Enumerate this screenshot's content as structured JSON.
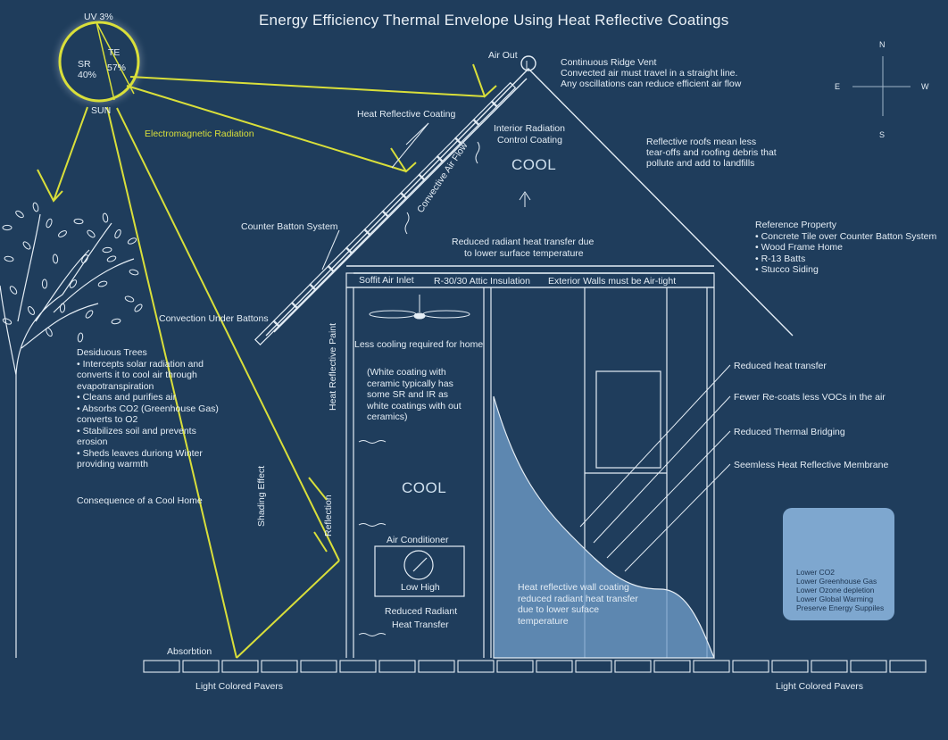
{
  "title": "Energy Efficiency Thermal Envelope Using Heat Reflective Coatings",
  "sun": {
    "uv": "UV 3%",
    "te": "TE",
    "te_value": "57%",
    "sr": "SR",
    "sr_value": "40%",
    "name": "SUN"
  },
  "compass": {
    "n": "N",
    "s": "S",
    "e": "E",
    "w": "W"
  },
  "labels": {
    "em_radiation": "Electromagnetic Radiation",
    "air_out": "Air Out",
    "ridge_vent_title": "Continuous Ridge Vent",
    "ridge_vent_line1": "Convected air must travel in a straight line.",
    "ridge_vent_line2": "Any oscillations can reduce efficient air flow",
    "heat_reflective_coating": "Heat Reflective Coating",
    "interior_radiation_1": "Interior Radiation",
    "interior_radiation_2": "Control Coating",
    "cool_attic": "COOL",
    "convective_air_flow": "Convective Air Flow",
    "reflective_roofs_1": "Reflective roofs mean less",
    "reflective_roofs_2": "tear-offs and roofing debris that",
    "reflective_roofs_3": "pollute and add to landfills",
    "counter_batton": "Counter Batton System",
    "reduced_radiant_1": "Reduced radiant heat transfer due",
    "reduced_radiant_2": "to lower surface temperature",
    "soffit": "Soffit Air Inlet",
    "attic_insulation": "R-30/30 Attic Insulation",
    "exterior_walls": "Exterior Walls must be Air-tight",
    "convection_battons": "Convection Under Battons",
    "heat_reflective_paint": "Heat Reflective Paint",
    "less_cooling": "Less cooling required for home",
    "white_coating": "(White coating with ceramic typically has some SR and IR as white coatings with out ceramics)",
    "cool_room": "COOL",
    "shading": "Shading Effect",
    "reflection": "Reflection",
    "air_conditioner": "Air Conditioner",
    "dial": "Low High",
    "reduced_radiant_room_1": "Reduced Radiant",
    "reduced_radiant_room_2": "Heat Transfer",
    "absorbtion": "Absorbtion",
    "pavers_left": "Light Colored Pavers",
    "pavers_right": "Light Colored Pavers",
    "wall_coating": "Heat reflective wall coating reduced radiant heat transfer due to lower suface temperature",
    "consequence": "Consequence of a Cool Home"
  },
  "callouts": [
    "Reduced heat transfer",
    "Fewer Re-coats less VOCs in the air",
    "Reduced Thermal Bridging",
    "Seemless Heat Reflective Membrane"
  ],
  "trees": {
    "title": "Desiduous Trees",
    "items": [
      "• Intercepts solar radiation and",
      "converts it to cool air through",
      "evapotranspiration",
      "• Cleans and purifies air",
      "• Absorbs CO2 (Greenhouse Gas)",
      "converts to O2",
      "• Stabilizes soil and prevents",
      "erosion",
      "• Sheds leaves duriong Winter",
      "providing warmth"
    ]
  },
  "reference": {
    "title": "Reference Property",
    "items": [
      "• Concrete Tile over Counter Batton System",
      "• Wood Frame Home",
      "• R-13 Batts",
      "• Stucco Siding"
    ]
  },
  "benefits": [
    "Lower CO2",
    "Lower Greenhouse Gas",
    "Lower Ozone depletion",
    "Lower Global Warming",
    "Preserve Energy Suppiles"
  ],
  "colors": {
    "background": "#1f3d5c",
    "line": "#e4edf5",
    "accent": "#d9df3a",
    "wall_fill": "#6f9cc8",
    "badge": "#7ea7cf"
  }
}
